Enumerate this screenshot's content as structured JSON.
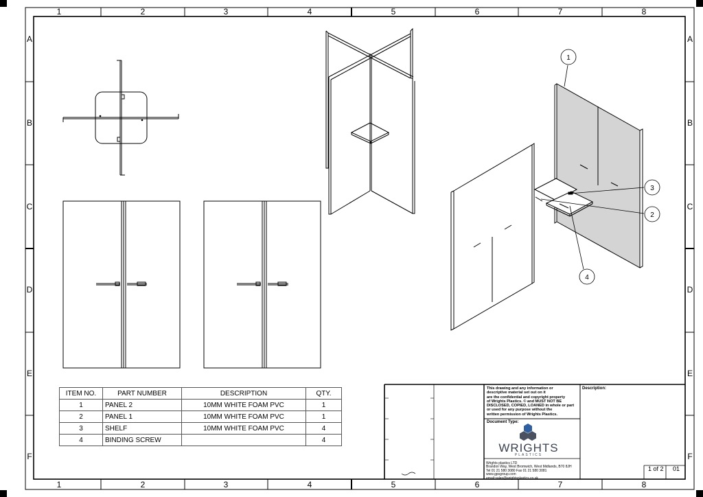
{
  "border": {
    "columns": [
      "1",
      "2",
      "3",
      "4",
      "5",
      "6",
      "7",
      "8"
    ],
    "rows": [
      "A",
      "B",
      "C",
      "D",
      "E",
      "F"
    ]
  },
  "balloons": [
    "1",
    "2",
    "3",
    "4"
  ],
  "bom": {
    "headers": {
      "item": "ITEM NO.",
      "part": "PART NUMBER",
      "desc": "DESCRIPTION",
      "qty": "QTY."
    },
    "rows": [
      {
        "item": "1",
        "part": "PANEL 2",
        "desc": "10MM WHITE FOAM PVC",
        "qty": "1"
      },
      {
        "item": "2",
        "part": "PANEL 1",
        "desc": "10MM WHITE FOAM PVC",
        "qty": "1"
      },
      {
        "item": "3",
        "part": "SHELF",
        "desc": "10MM WHITE FOAM PVC",
        "qty": "4"
      },
      {
        "item": "4",
        "part": "BINDING SCREW",
        "desc": "",
        "qty": "4"
      }
    ]
  },
  "title_block": {
    "notice": [
      "This drawing and any information or",
      "descriptive material set out on it",
      "are the confidential and copyright property",
      "of Wrights Plastics. © and MUST NOT BE",
      "DISCLOSED, COPIED, LOANED in whole or part",
      "or used for any purpose without the",
      "written permission of Wrights Plastics."
    ],
    "description_label": "Description:",
    "document_type_label": "Document Type:",
    "brand": "WRIGHTS",
    "brand_sub": "PLASTICS",
    "address": [
      "Wrights plastics LTD",
      "Brandon Way, West Bromwich, West Midlands, B70 8JH",
      "Tel 01 21 580 3080 Fax 01 21 580 3081",
      "www.gpsgroup.com",
      "email:sales@wrightsplastics.co.uk"
    ],
    "sheet": "1 of 2",
    "revision": "01"
  },
  "colors": {
    "panel_shade": "#d4d4d4",
    "logo_blue": "#2f5f9e",
    "logo_grey": "#4a5160"
  }
}
